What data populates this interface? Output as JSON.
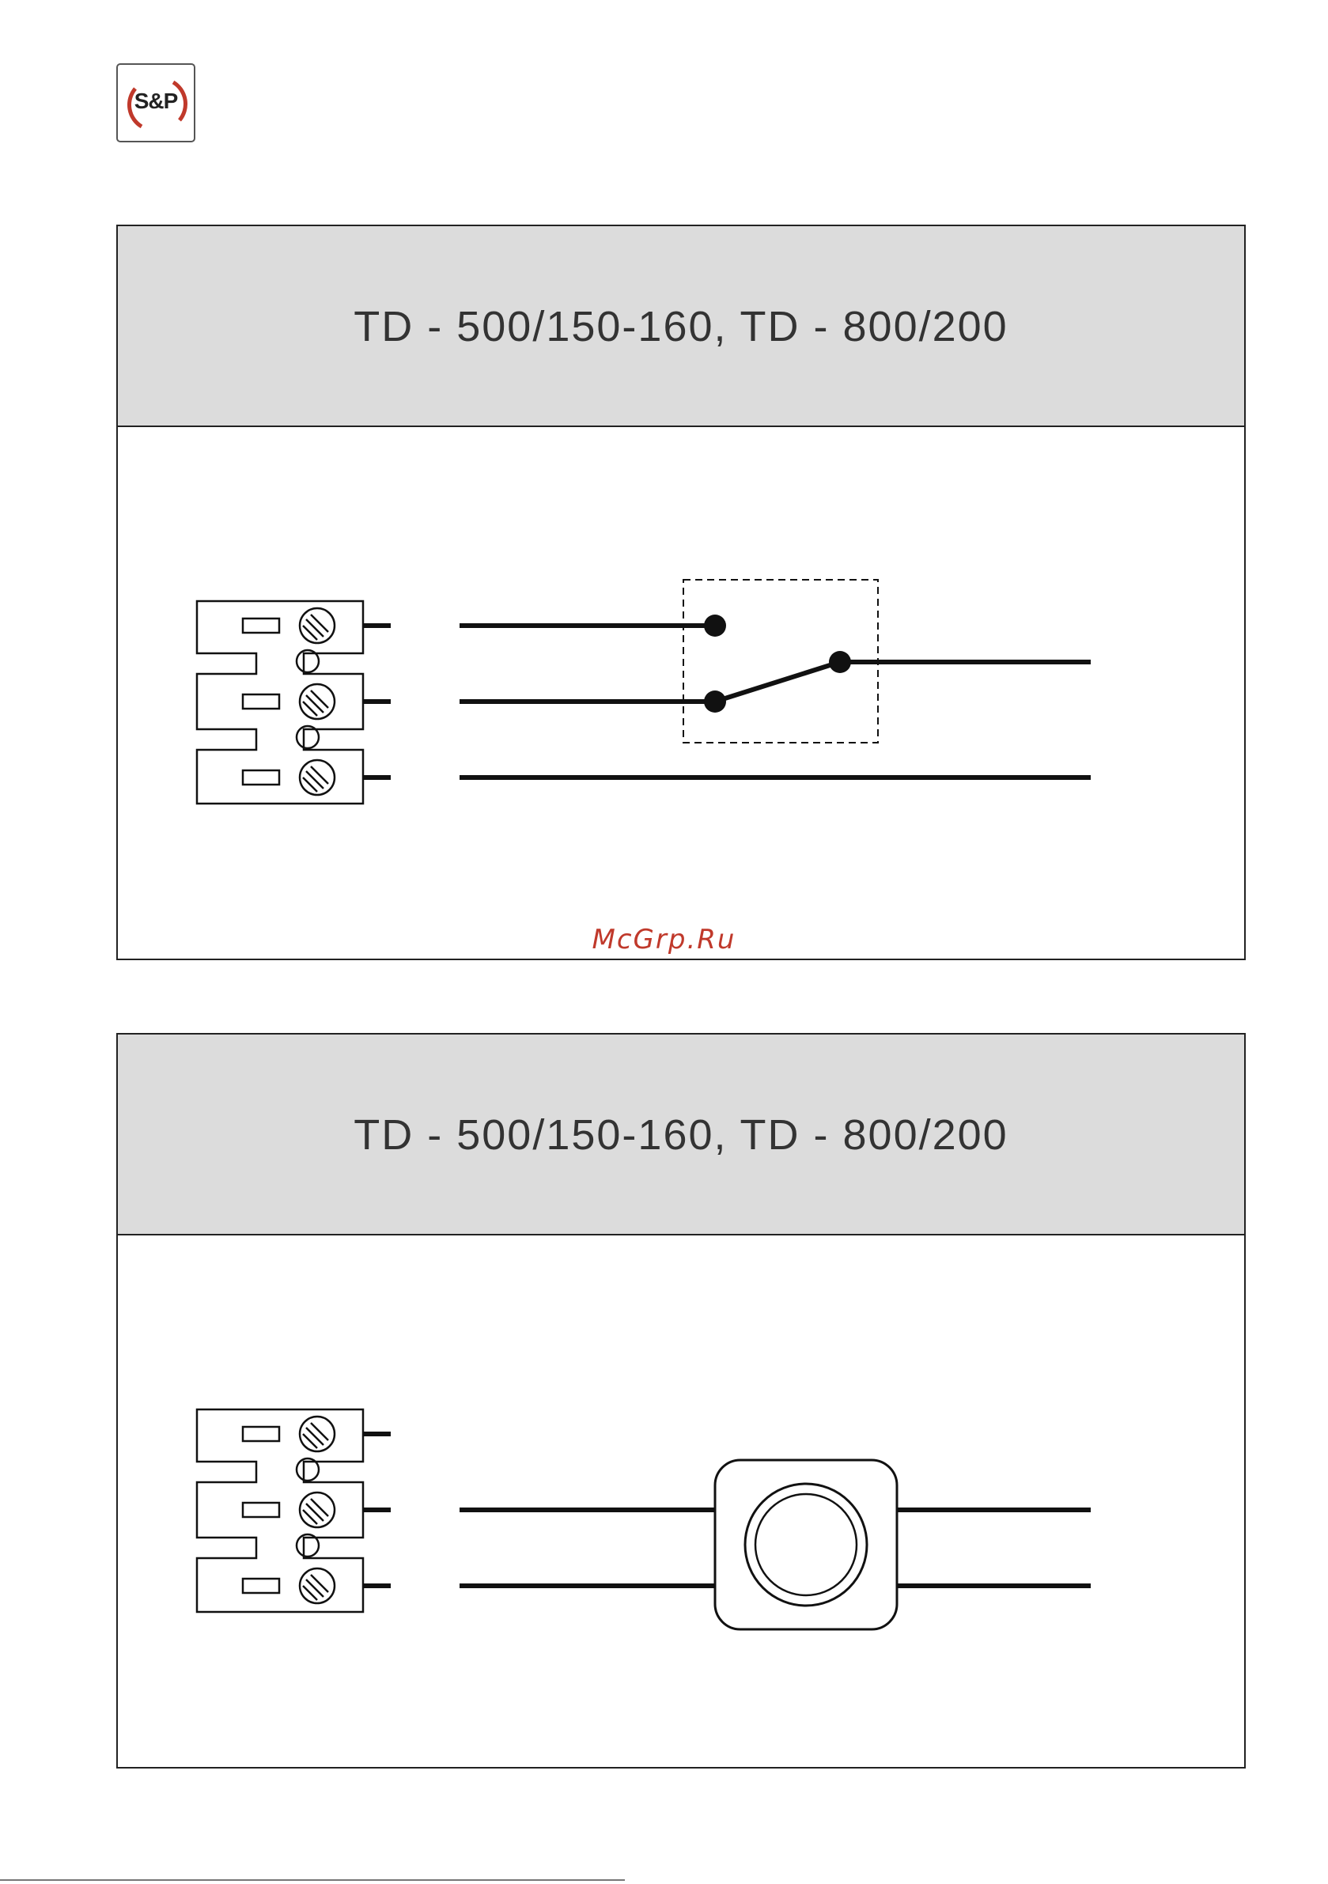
{
  "logo": {
    "text": "S&P"
  },
  "panels": [
    {
      "title": "TD - 500/150-160, TD - 800/200"
    },
    {
      "title": "TD - 500/150-160, TD - 800/200"
    }
  ],
  "watermark": "McGrp.Ru",
  "colors": {
    "header_bg": "#dcdcdc",
    "watermark": "#c0392b",
    "logo_arc": "#c0392b"
  }
}
